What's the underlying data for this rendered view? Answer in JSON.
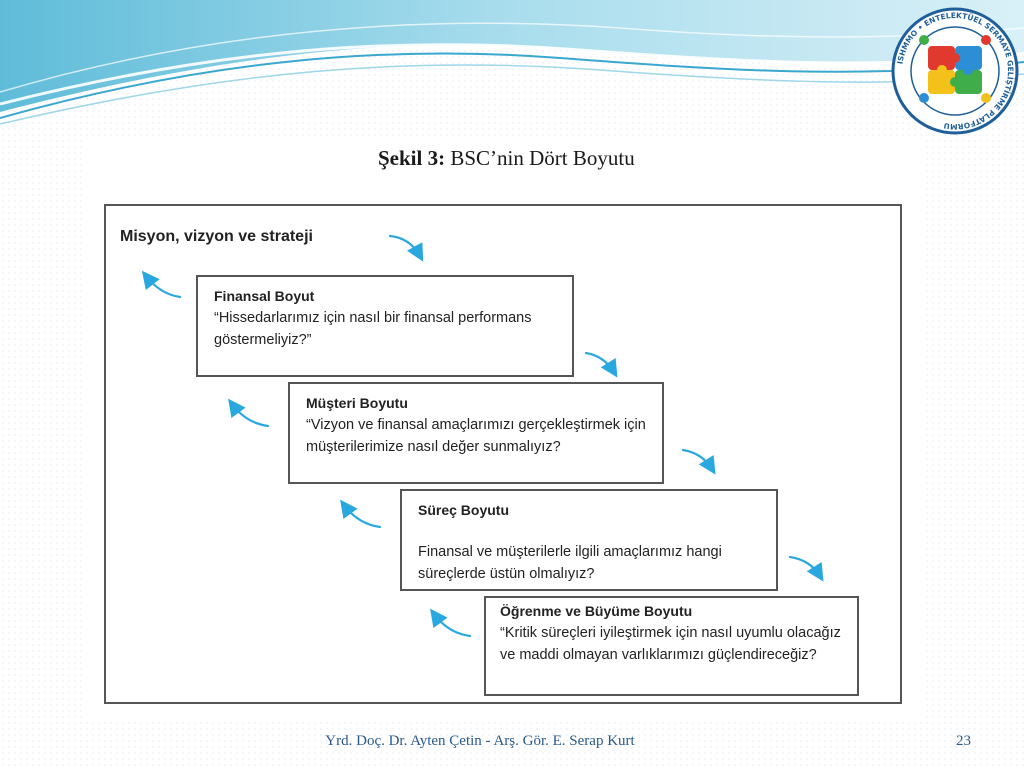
{
  "figure": {
    "label": "Şekil 3:",
    "title": "BSC’nin Dört Boyutu",
    "mission": "Misyon, vizyon ve strateji",
    "boxes": [
      {
        "title": "Finansal Boyut",
        "text": "“Hissedarlarımız için nasıl bir finansal performans göstermeliyiz?”"
      },
      {
        "title": "Müşteri Boyutu",
        "text": "“Vizyon ve finansal amaçlarımızı gerçekleştirmek için müşterilerimize nasıl değer sunmalıyız?"
      },
      {
        "title": "Süreç Boyutu",
        "text": "Finansal ve müşterilerle ilgili amaçlarımız hangi süreçlerde üstün olmalıyız?"
      },
      {
        "title": "Öğrenme ve Büyüme Boyutu",
        "text": "“Kritik süreçleri iyileştirmek için nasıl uyumlu olacağız ve maddi olmayan varlıklarımızı güçlendireceğiz?"
      }
    ]
  },
  "logo": {
    "text": "ISHMMO • ENTELEKTÜEL SERMAYE GELİŞTİRME PLATFORMU"
  },
  "footer": {
    "authors": "Yrd. Doç. Dr. Ayten Çetin - Arş. Gör. E. Serap Kurt",
    "page_number": "23"
  },
  "colors": {
    "arrow": "#29a8e0",
    "wave_light": "#bfe6f2",
    "wave_dark": "#4eb3d3",
    "footer_text": "#2a5a8a"
  }
}
